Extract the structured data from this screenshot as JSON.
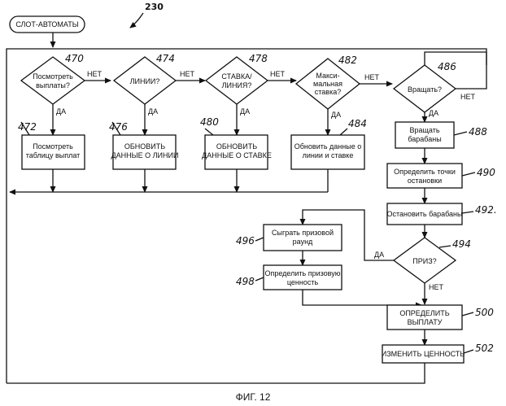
{
  "figure_number": "230",
  "caption": "ФИГ. 12",
  "start": {
    "label": "СЛОТ-АВТОМАТЫ"
  },
  "decisions": {
    "d470": {
      "ref": "470",
      "lines": [
        "Посмотреть",
        "выплаты?"
      ],
      "yes": "ДА",
      "no": "НЕТ"
    },
    "d474": {
      "ref": "474",
      "lines": [
        "ЛИНИИ?"
      ],
      "yes": "ДА",
      "no": "НЕТ"
    },
    "d478": {
      "ref": "478",
      "lines": [
        "СТАВКА/",
        "ЛИНИЯ?"
      ],
      "yes": "ДА",
      "no": "НЕТ"
    },
    "d482": {
      "ref": "482",
      "lines": [
        "Макси-",
        "мальная",
        "ставка?"
      ],
      "yes": "ДА",
      "no": "НЕТ"
    },
    "d486": {
      "ref": "486",
      "lines": [
        "Вращать?"
      ],
      "yes": "ДА",
      "no": "НЕТ"
    },
    "d494": {
      "ref": "494",
      "lines": [
        "ПРИЗ?"
      ],
      "yes": "ДА",
      "no": "НЕТ"
    }
  },
  "processes": {
    "p472": {
      "ref": "472",
      "lines": [
        "Посмотреть",
        "таблицу выплат"
      ]
    },
    "p476": {
      "ref": "476",
      "lines": [
        "ОБНОВИТЬ",
        "ДАННЫЕ О ЛИНИИ"
      ]
    },
    "p480": {
      "ref": "480",
      "lines": [
        "ОБНОВИТЬ",
        "ДАННЫЕ О СТАВКЕ"
      ]
    },
    "p484": {
      "ref": "484",
      "lines": [
        "Обновить данные о",
        "линии и ставке"
      ]
    },
    "p488": {
      "ref": "488",
      "lines": [
        "Вращать",
        "барабаны"
      ]
    },
    "p490": {
      "ref": "490",
      "lines": [
        "Определить точки",
        "остановки"
      ]
    },
    "p492": {
      "ref": "492.",
      "lines": [
        "Остановить барабаны"
      ]
    },
    "p496": {
      "ref": "496",
      "lines": [
        "Сыграть призовой",
        "раунд"
      ]
    },
    "p498": {
      "ref": "498",
      "lines": [
        "Определить призовую",
        "ценность"
      ]
    },
    "p500": {
      "ref": "500",
      "lines": [
        "ОПРЕДЕЛИТЬ",
        "ВЫПЛАТУ"
      ]
    },
    "p502": {
      "ref": "502",
      "lines": [
        "ИЗМЕНИТЬ ЦЕННОСТЬ"
      ]
    }
  }
}
